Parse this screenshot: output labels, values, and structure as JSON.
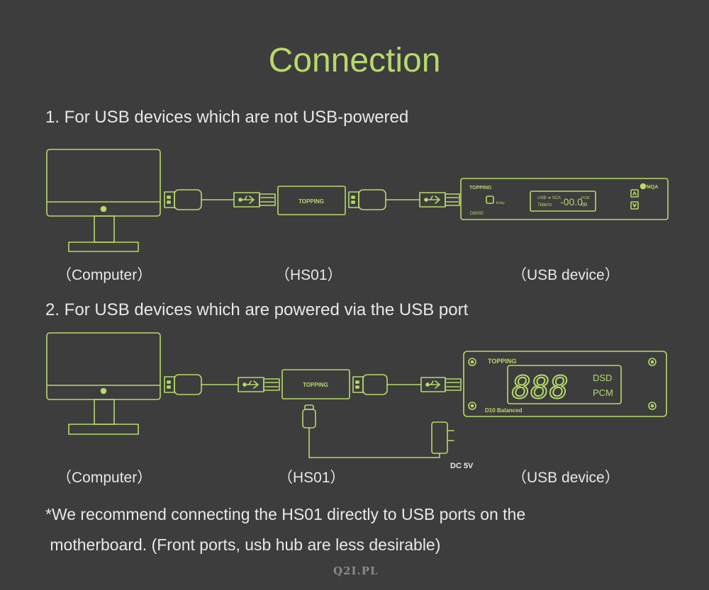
{
  "title": "Connection",
  "sections": [
    {
      "heading": "1. For USB devices which are not USB-powered",
      "labels": {
        "computer": "（Computer）",
        "hub": "（HS01）",
        "device": "（USB device）"
      },
      "hub_brand": "TOPPING",
      "device": {
        "brand": "TOPPING",
        "model": "D90SE",
        "badge": "MQA",
        "input_text": "USB ➔ SCA",
        "rate_text": "768kHz",
        "volume_text": "-00.0",
        "unit_top": "PCM",
        "unit_bottom": "dB",
        "button_label": "Entry"
      }
    },
    {
      "heading": "2. For USB devices which are powered via the USB port",
      "labels": {
        "computer": "（Computer）",
        "hub": "（HS01）",
        "device": "（USB device）"
      },
      "hub_brand": "TOPPING",
      "power_label": "DC 5V",
      "device": {
        "brand": "TOPPING",
        "display_digits": "888",
        "mode_top": "DSD",
        "mode_bottom": "PCM",
        "model": "D10 Balanced"
      }
    }
  ],
  "note": {
    "line1": "*We recommend connecting the HS01 directly to USB ports on the",
    "line2": " motherboard. (Front ports, usb hub are less desirable)"
  },
  "watermark": "Q2I.PL",
  "colors": {
    "accent": "#b7d96a",
    "background": "#3d3d3d",
    "text": "#e8e8e8"
  }
}
